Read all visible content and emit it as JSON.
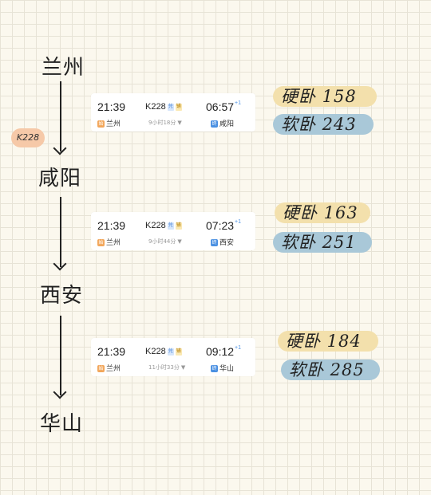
{
  "stations": [
    "兰州",
    "咸阳",
    "西安",
    "华山"
  ],
  "train_badge": "K228",
  "trips": [
    {
      "dep_time": "21:39",
      "dep_station": "兰州",
      "train_no": "K228",
      "tag1": "兑",
      "tag2": "铺",
      "duration": "9小时18分",
      "arr_time": "06:57",
      "arr_plus": "+1",
      "arr_station": "咸阳",
      "hard_sleeper": "硬卧 158",
      "soft_sleeper": "软卧 243"
    },
    {
      "dep_time": "21:39",
      "dep_station": "兰州",
      "train_no": "K228",
      "tag1": "兑",
      "tag2": "铺",
      "duration": "9小时44分",
      "arr_time": "07:23",
      "arr_plus": "+1",
      "arr_station": "西安",
      "hard_sleeper": "硬卧 163",
      "soft_sleeper": "软卧 251"
    },
    {
      "dep_time": "21:39",
      "dep_station": "兰州",
      "train_no": "K228",
      "tag1": "兑",
      "tag2": "铺",
      "duration": "11小时33分",
      "arr_time": "09:12",
      "arr_plus": "+1",
      "arr_station": "华山",
      "hard_sleeper": "硬卧 184",
      "soft_sleeper": "软卧 285"
    }
  ],
  "icons": {
    "departure_tag": "始",
    "arrival_tag": "终",
    "dropdown": "▼"
  },
  "colors": {
    "hard_pill": "#f3e0ac",
    "soft_pill": "#a9c8d8",
    "badge": "#f6c9a8",
    "accent_blue": "#4a90e2",
    "accent_orange": "#f2a65a"
  }
}
